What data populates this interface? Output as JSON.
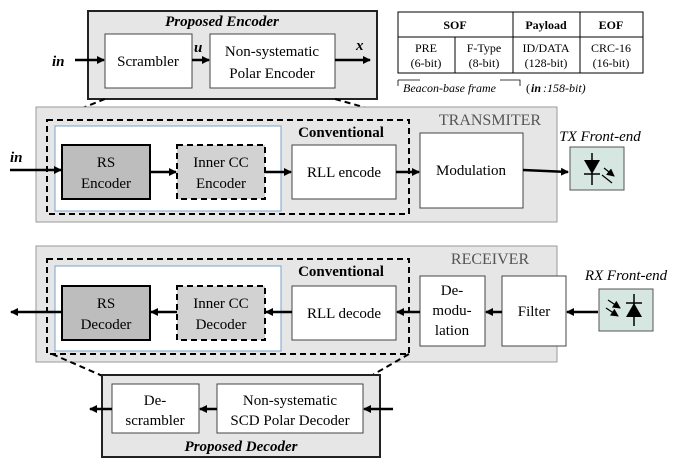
{
  "encoder": {
    "title": "Proposed Encoder",
    "input_label": "in",
    "u_label": "u",
    "x_label": "x",
    "scrambler": "Scrambler",
    "polar_line1": "Non-systematic",
    "polar_line2": "Polar Encoder"
  },
  "frame": {
    "sof": "SOF",
    "payload": "Payload",
    "eof": "EOF",
    "pre_name": "PRE",
    "pre_bits": "(6-bit)",
    "ftype_name": "F-Type",
    "ftype_bits": "(8-bit)",
    "id_name": "ID/DATA",
    "id_bits": "(128-bit)",
    "crc_name": "CRC-16",
    "crc_bits": "(16-bit)",
    "caption": "Beacon-base frame",
    "caption_in": "in",
    "caption_bits": " :158-bit)",
    "caption_open": "("
  },
  "transmitter": {
    "section": "TRANSMITER",
    "conventional": "Conventional",
    "input_label": "in",
    "rs_line1": "RS",
    "rs_line2": "Encoder",
    "cc_line1": "Inner CC",
    "cc_line2": "Encoder",
    "rll": "RLL encode",
    "modulation": "Modulation",
    "frontend": "TX Front-end"
  },
  "receiver": {
    "section": "RECEIVER",
    "conventional": "Conventional",
    "rs_line1": "RS",
    "rs_line2": "Decoder",
    "cc_line1": "Inner CC",
    "cc_line2": "Decoder",
    "rll": "RLL decode",
    "demod_line1": "De-",
    "demod_line2": "modu-",
    "demod_line3": "lation",
    "filter": "Filter",
    "frontend": "RX Front-end"
  },
  "decoder": {
    "title": "Proposed Decoder",
    "descrambler_line1": "De-",
    "descrambler_line2": "scrambler",
    "polar_line1": "Non-systematic",
    "polar_line2": "SCD Polar Decoder"
  },
  "colors": {
    "section_bg": "#e6e6e6",
    "rs_block": "#bdbdbd",
    "cc_block": "#d2d2d2",
    "frontend_bg": "#d6e6e0",
    "conventional_border": "#7da3c8"
  }
}
